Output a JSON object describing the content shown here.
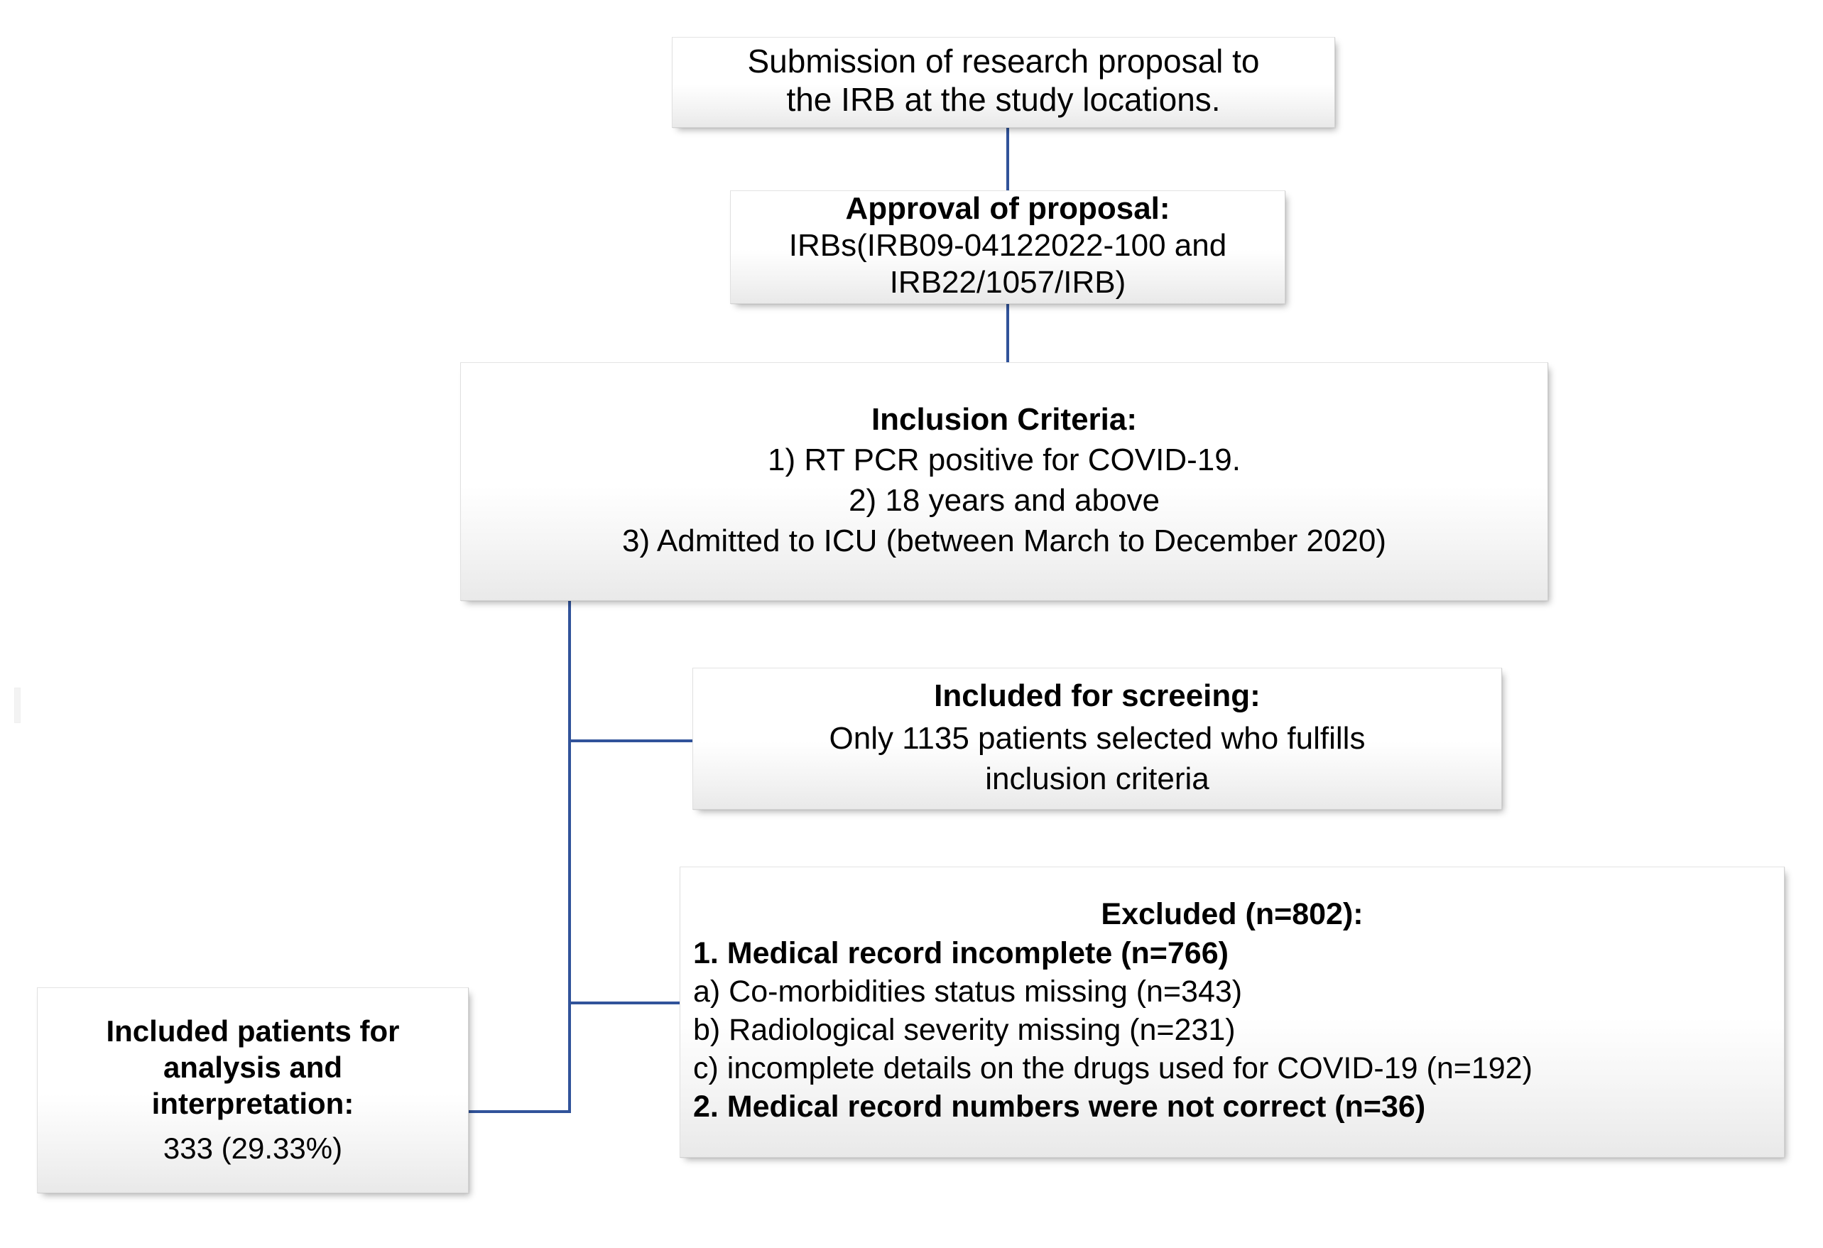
{
  "figure": {
    "type": "flowchart",
    "title": "Study participant selection flow",
    "connector_color": "#31539a",
    "box_fill": "#ffffff"
  },
  "nodes": {
    "submission": {
      "lines": [
        "Submission of research proposal to",
        "the IRB at the study locations."
      ]
    },
    "approval": {
      "heading": "Approval of proposal:",
      "lines": [
        "IRBs(IRB09-04122022-100 and",
        "IRB22/1057/IRB)"
      ]
    },
    "inclusion": {
      "heading": "Inclusion Criteria:",
      "lines": [
        "1) RT PCR positive for COVID-19.",
        "2) 18 years and above",
        "3) Admitted to ICU (between March to December 2020)"
      ]
    },
    "screening": {
      "heading": "Included for screeing:",
      "lines": [
        "Only 1135 patients selected who fulfills",
        "inclusion criteria"
      ],
      "count": 1135
    },
    "excluded": {
      "heading": "Excluded (n=802):",
      "total": 802,
      "lines": [
        "1. Medical record incomplete (n=766)",
        "a) Co-morbidities status missing (n=343)",
        "b) Radiological severity missing (n=231)",
        "c) incomplete details on the drugs used for COVID-19 (n=192)",
        "2. Medical record numbers were not correct (n=36)"
      ]
    },
    "included": {
      "heading_lines": [
        "Included patients for",
        "analysis and",
        "interpretation:"
      ],
      "value": "333 (29.33%)"
    }
  }
}
